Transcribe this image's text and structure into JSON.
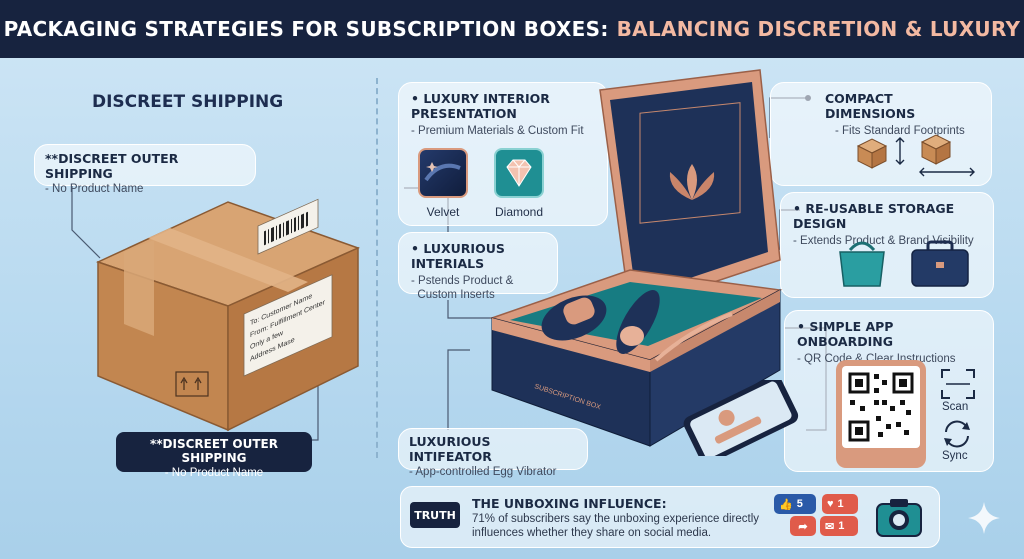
{
  "title": {
    "part1": "PACKAGING STRATEGIES FOR SUBSCRIPTION BOXES:",
    "part2": "BALANCING DISCRETION & LUXURY"
  },
  "left": {
    "heading": "DISCREET SHIPPING",
    "callout_top": {
      "title": "**DISCREET OUTER SHIPPING",
      "sub": "- No Product Name"
    },
    "callout_bottom": {
      "title": "**DISCREET OUTER SHIPPING",
      "sub": "- No Product Name"
    },
    "label_lines": [
      "To: Customer Name",
      "From: Fulfillment Center",
      "Only a few",
      "Address Mase"
    ]
  },
  "features": {
    "luxury_interior": {
      "title_line1": "LUXURY INTERIOR",
      "title_line2": "PRESENTATION",
      "sub": "- Premium Materials & Custom Fit",
      "materials": [
        {
          "icon": "velvet-swatch-icon",
          "label": "Velvet"
        },
        {
          "icon": "diamond-icon",
          "label": "Diamond"
        }
      ]
    },
    "luxurious_interials": {
      "title": "LUXURIOUS INTERIALS",
      "sub_line1": "- Pstends Product &",
      "sub_line2": "Custom Inserts"
    },
    "intifeator": {
      "title": "LUXURIOUS INTIFEATOR",
      "sub": "- App-controlled Egg Vibrator"
    },
    "compact": {
      "title": "COMPACT DIMENSIONS",
      "sub": "- Fits Standard Footprints"
    },
    "reusable": {
      "title": "RE-USABLE STORAGE DESIGN",
      "sub": "- Extends Product & Brand Visibility"
    },
    "app": {
      "title": "SIMPLE APP ONBOARDING",
      "sub": "- QR Code & Clear Instructions",
      "scan_label": "Scan",
      "sync_label": "Sync"
    }
  },
  "box_label": "SUBSCRIPTION BOX",
  "truth": {
    "badge": "TRUTH",
    "heading": "THE UNBOXING INFLUENCE:",
    "body": "71% of subscribers say the unboxing experience directly influences whether they share on social media.",
    "likes": "5",
    "hearts_top": "1",
    "comments": "1"
  },
  "colors": {
    "navy": "#17233f",
    "accent_copper": "#d99a7e",
    "teal": "#1f8f93",
    "cardboard": "#c98f5a"
  }
}
